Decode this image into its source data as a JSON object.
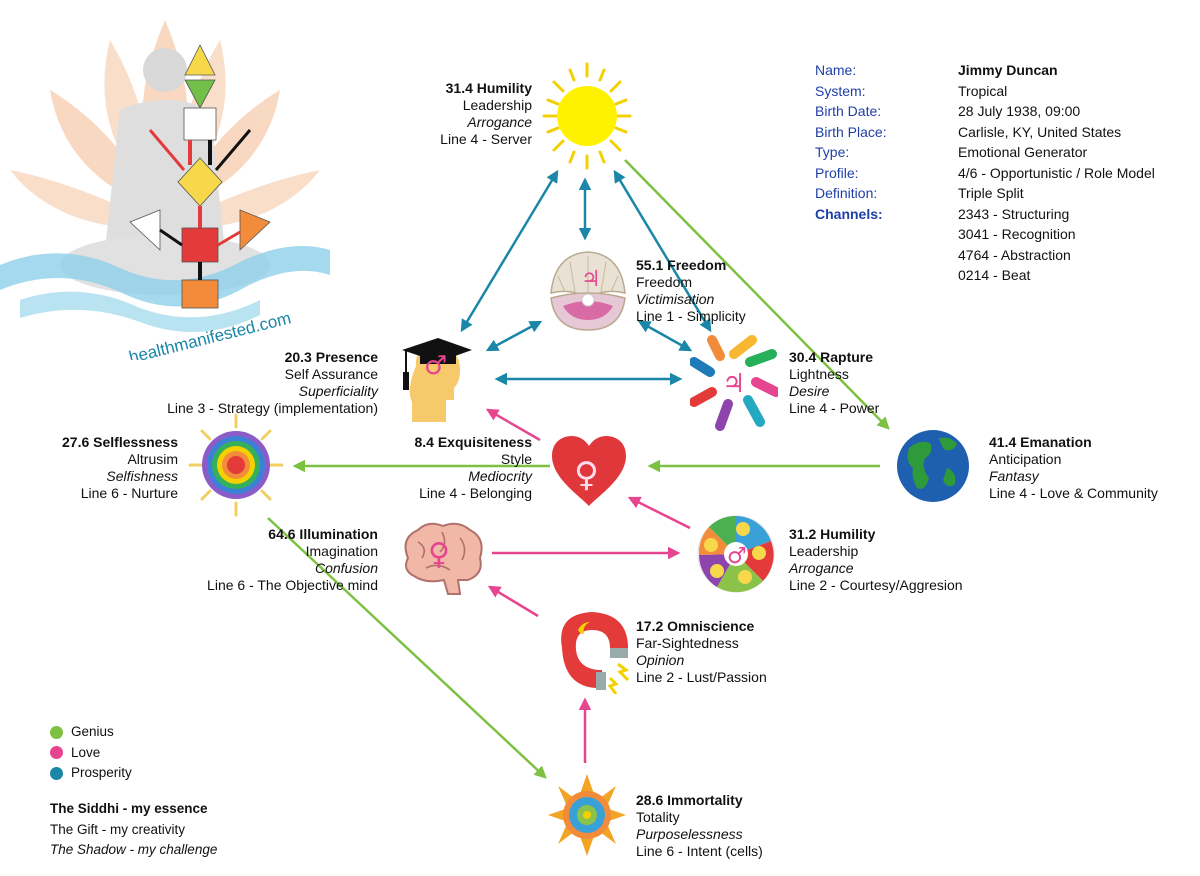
{
  "colors": {
    "genius": "#7cc142",
    "love": "#e6458f",
    "prosperity": "#1a86a8",
    "info_key": "#1f3fa8"
  },
  "profile": {
    "rows": [
      {
        "key": "Name:",
        "value": "Jimmy Duncan"
      },
      {
        "key": "System:",
        "value": "Tropical"
      },
      {
        "key": "Birth Date:",
        "value": "28 July 1938, 09:00"
      },
      {
        "key": "Birth Place:",
        "value": "Carlisle, KY, United States"
      },
      {
        "key": "Type:",
        "value": "Emotional Generator"
      },
      {
        "key": "Profile:",
        "value": "4/6 - Opportunistic / Role Model"
      },
      {
        "key": "Definition:",
        "value": "Triple Split"
      },
      {
        "key": "Channels:",
        "value": "2343 - Structuring"
      },
      {
        "key": "",
        "value": "3041 - Recognition"
      },
      {
        "key": "",
        "value": "4764 - Abstraction"
      },
      {
        "key": "",
        "value": "0214 - Beat"
      }
    ]
  },
  "watermark_text": "healthmanifested.com",
  "nodes": {
    "sun": {
      "title": "31.4 Humility",
      "gift": "Leadership",
      "shadow": "Arrogance",
      "line": "Line 4 - Server",
      "icon": "sun-icon"
    },
    "pearl": {
      "title": "55.1 Freedom",
      "gift": "Freedom",
      "shadow": "Victimisation",
      "line": "Line 1 - Simplicity",
      "icon": "pearl-shell-icon"
    },
    "head": {
      "title": "20.3 Presence",
      "gift": "Self Assurance",
      "shadow": "Superficiality",
      "line": "Line 3 - Strategy (implementation)",
      "icon": "graduate-head-icon"
    },
    "hands": {
      "title": "30.4 Rapture",
      "gift": "Lightness",
      "shadow": "Desire",
      "line": "Line 4 - Power",
      "icon": "hands-circle-icon"
    },
    "mandala": {
      "title": "27.6 Selflessness",
      "gift": "Altrusim",
      "shadow": "Selfishness",
      "line": "Line 6 - Nurture",
      "icon": "rainbow-sun-icon"
    },
    "heart": {
      "title": "8.4 Exquisiteness",
      "gift": "Style",
      "shadow": "Mediocrity",
      "line": "Line 4 - Belonging",
      "icon": "heart-icon"
    },
    "earth": {
      "title": "41.4 Emanation",
      "gift": "Anticipation",
      "shadow": "Fantasy",
      "line": "Line 4 - Love & Community",
      "icon": "earth-icon"
    },
    "brain": {
      "title": "64.6 Illumination",
      "gift": "Imagination",
      "shadow": "Confusion",
      "line": "Line 6 - The Objective mind",
      "icon": "brain-icon"
    },
    "faces": {
      "title": "31.2 Humility",
      "gift": "Leadership",
      "shadow": "Arrogance",
      "line": "Line 2 - Courtesy/Aggresion",
      "icon": "emotion-faces-icon"
    },
    "magnet": {
      "title": "17.2 Omniscience",
      "gift": "Far-Sightedness",
      "shadow": "Opinion",
      "line": "Line 2 - Lust/Passion",
      "icon": "magnet-icon"
    },
    "lotus": {
      "title": "28.6 Immortality",
      "gift": "Totality",
      "shadow": "Purposelessness",
      "line": "Line 6 - Intent (cells)",
      "icon": "lotus-mandala-icon"
    }
  },
  "legend": {
    "items": [
      {
        "label": "Genius",
        "color": "#7cc142"
      },
      {
        "label": "Love",
        "color": "#e6458f"
      },
      {
        "label": "Prosperity",
        "color": "#1a86a8"
      }
    ],
    "siddhi": "The Siddhi - my essence",
    "gift": "The Gift - my creativity",
    "shadow": "The Shadow - my challenge"
  }
}
